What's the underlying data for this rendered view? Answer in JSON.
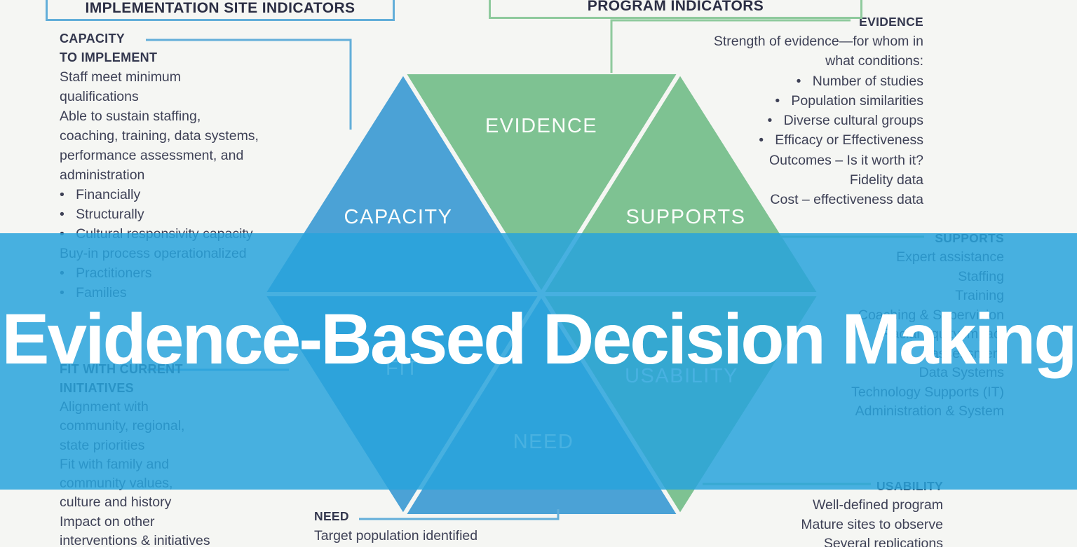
{
  "overlay": {
    "title": "Evidence-Based Decision Making",
    "banner_color": "#28a3dc"
  },
  "boxes": {
    "site_indicators": "IMPLEMENTATION SITE INDICATORS",
    "program_indicators": "PROGRAM INDICATORS"
  },
  "hexagon": {
    "labels": {
      "evidence": "EVIDENCE",
      "capacity": "CAPACITY",
      "supports": "SUPPORTS",
      "fit": "FIT",
      "need": "NEED",
      "usability": "USABILITY"
    },
    "colors": {
      "site_blue": "#4ba2d6",
      "program_green": "#7ec292",
      "connector_blue": "#62aed9",
      "connector_green": "#8fca9d"
    }
  },
  "sections": {
    "capacity": {
      "heading_line1": "CAPACITY",
      "heading_line2": "TO IMPLEMENT",
      "lines": [
        "Staff meet minimum",
        "qualifications",
        "Able to sustain staffing,",
        "coaching, training, data systems,",
        "performance assessment, and",
        "administration",
        "•   Financially",
        "•   Structurally",
        "•   Cultural responsivity capacity",
        "Buy-in process operationalized",
        "•   Practitioners",
        "•   Families"
      ]
    },
    "fit": {
      "heading_line1": "FIT WITH CURRENT",
      "heading_line2": "INITIATIVES",
      "lines": [
        "Alignment with",
        "community, regional,",
        "state priorities",
        "Fit with family and",
        "community values,",
        "culture and history",
        "Impact on other",
        "interventions & initiatives"
      ]
    },
    "need": {
      "heading": "NEED",
      "lines": [
        "Target population identified"
      ]
    },
    "evidence": {
      "heading": "EVIDENCE",
      "lines": [
        "Strength of evidence—for whom in",
        "what conditions:",
        "•   Number of studies",
        "•   Population similarities",
        "•   Diverse cultural groups",
        "•   Efficacy or Effectiveness",
        "Outcomes – Is it worth it?",
        "Fidelity data",
        "Cost – effectiveness data"
      ]
    },
    "supports": {
      "heading": "SUPPORTS",
      "lines": [
        "Expert assistance",
        "Staffing",
        "Training",
        "Coaching & Supervision",
        "Racial equity impact",
        "assessment",
        "Data Systems",
        "Technology Supports (IT)",
        "Administration & System"
      ]
    },
    "usability": {
      "heading": "USABILITY",
      "lines": [
        "Well-defined program",
        "Mature sites to observe",
        "Several replications"
      ]
    }
  }
}
